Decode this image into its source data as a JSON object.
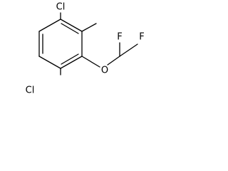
{
  "molecule": {
    "atoms": {
      "cl_top": "Cl",
      "cl_left": "Cl",
      "o": "O",
      "f_left": "F",
      "f_right": "F"
    }
  }
}
